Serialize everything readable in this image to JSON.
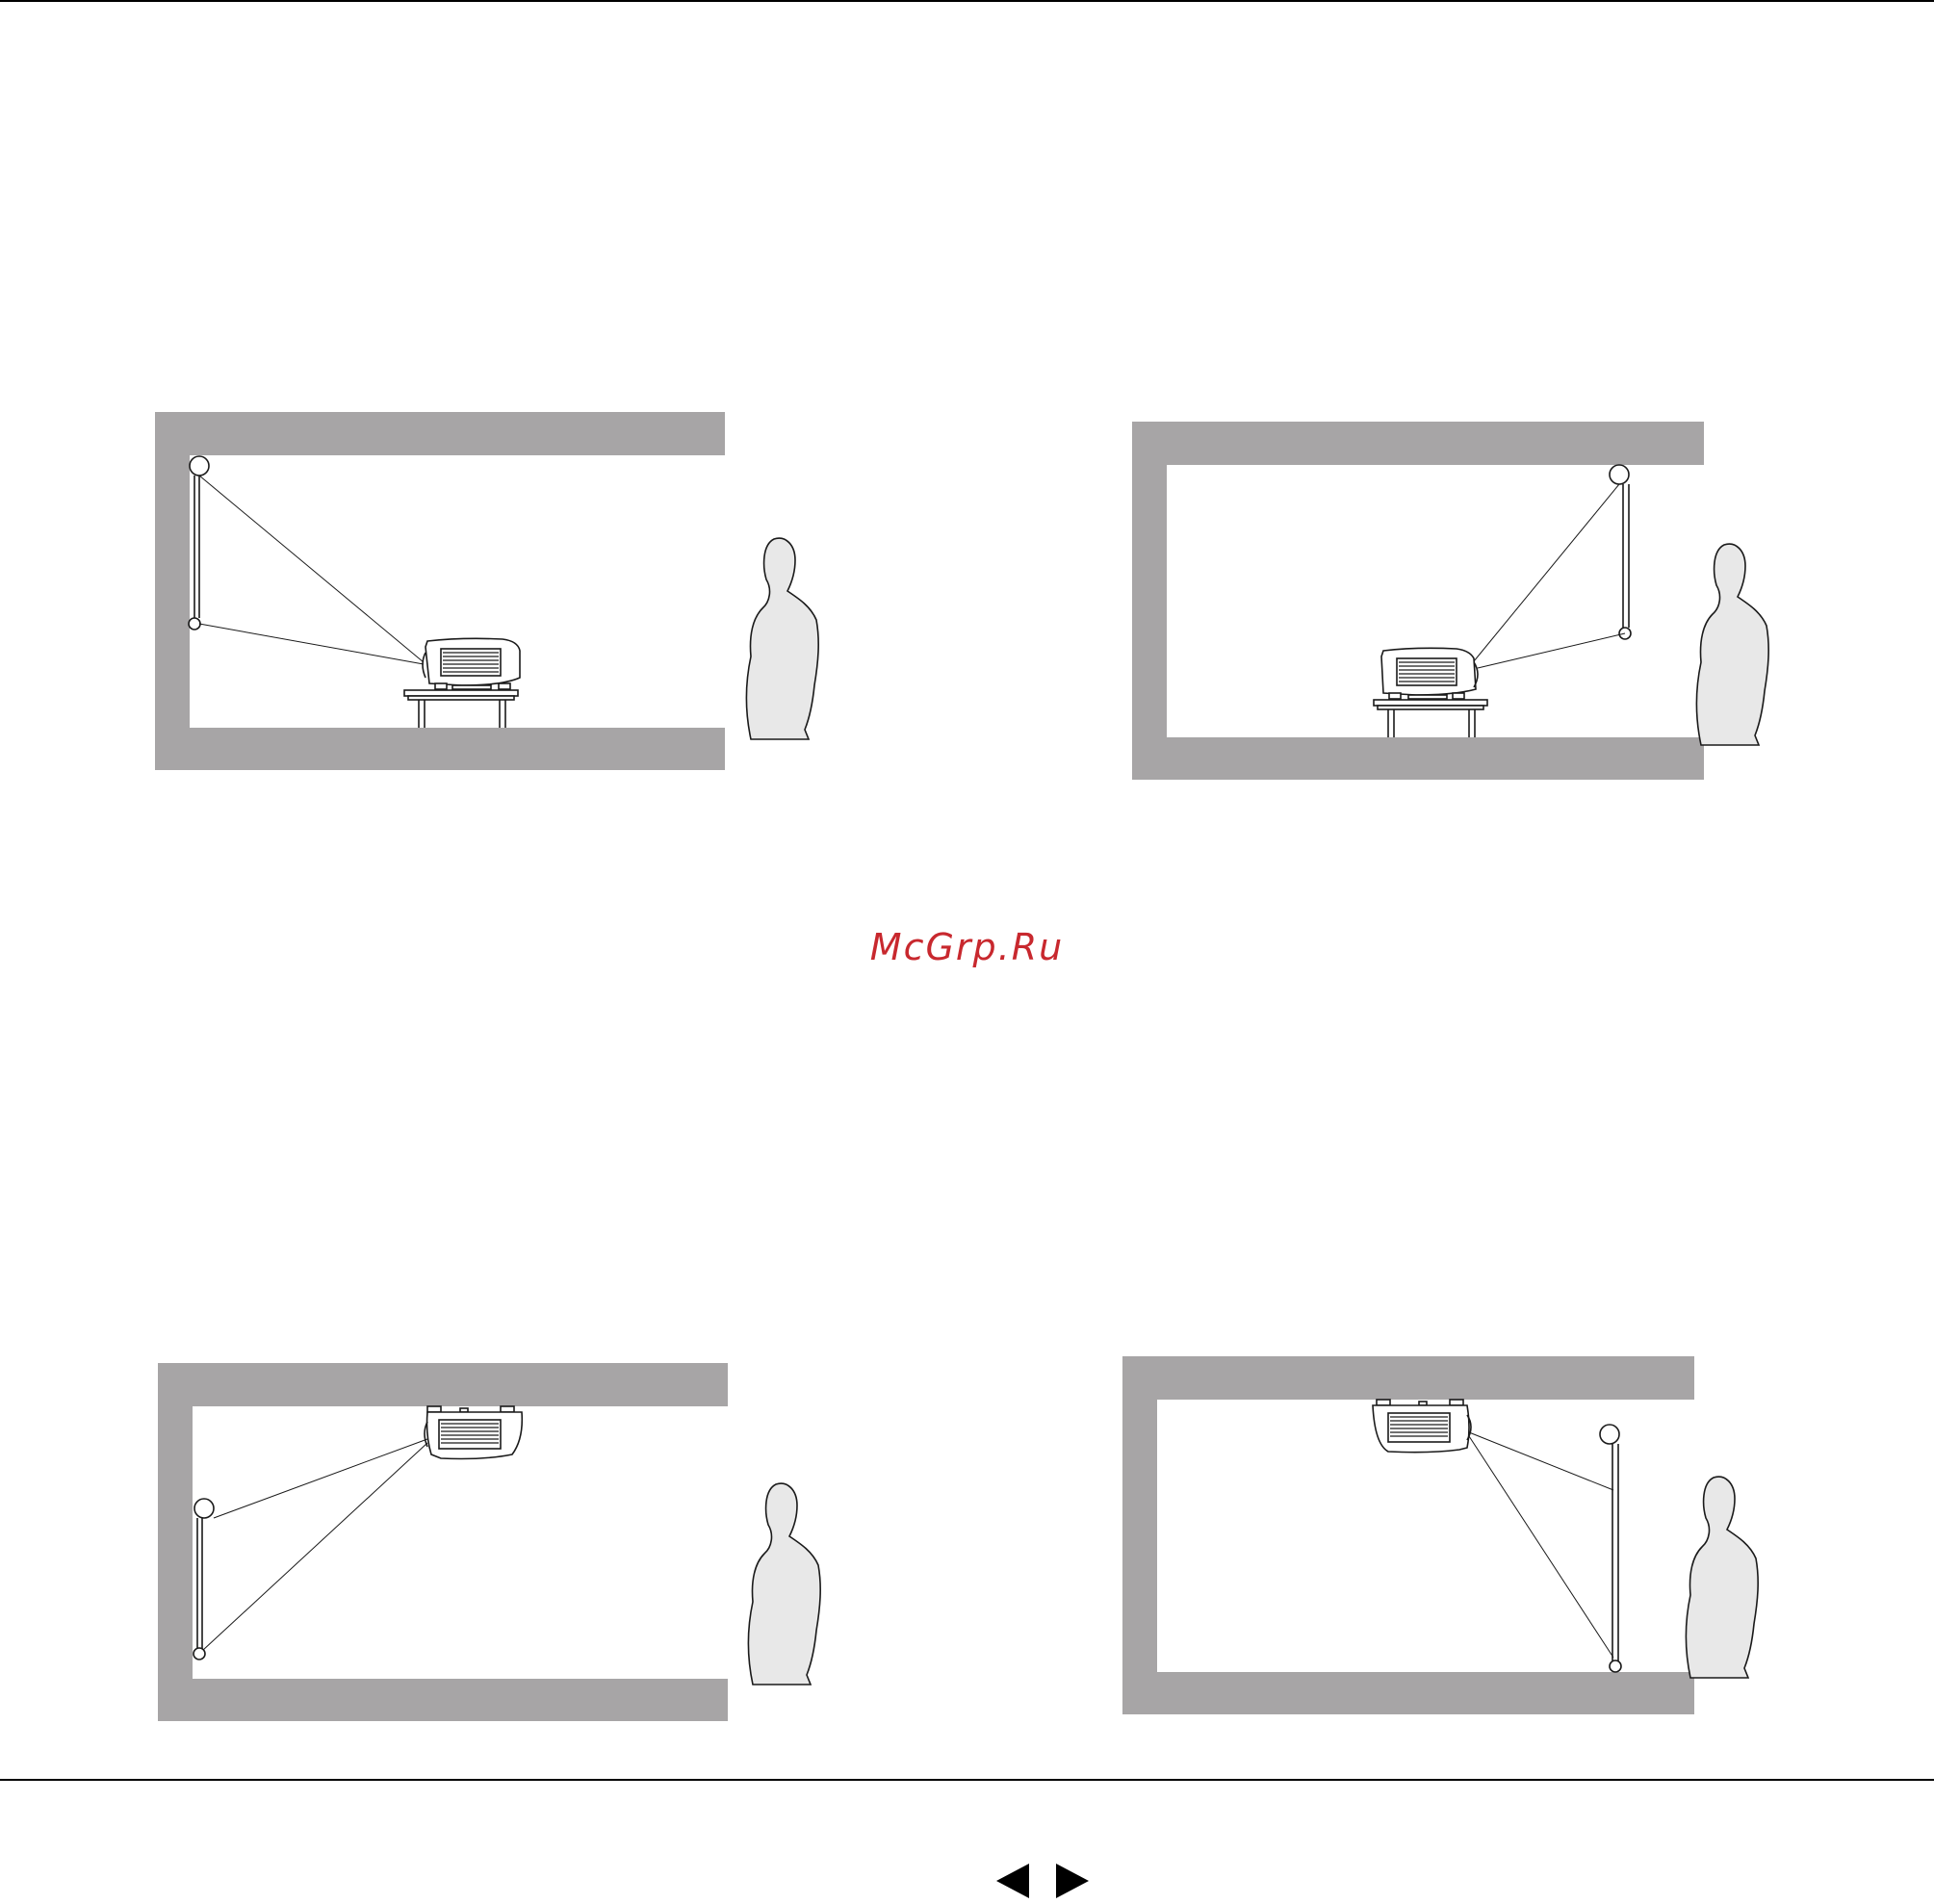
{
  "watermark": {
    "text": "McGrp.Ru",
    "color": "#c8282e"
  },
  "colors": {
    "wall": "#a7a5a6",
    "line": "#1a1a1a",
    "person_fill": "#e8e8e8"
  },
  "diagrams": [
    {
      "id": "front-table",
      "mount": "table",
      "screen_side": "left"
    },
    {
      "id": "rear-table",
      "mount": "table",
      "screen_side": "right"
    },
    {
      "id": "front-ceiling",
      "mount": "ceiling",
      "screen_side": "left"
    },
    {
      "id": "rear-ceiling",
      "mount": "ceiling",
      "screen_side": "right"
    }
  ],
  "navigation": {
    "prev": {
      "icon": "triangle-left-icon"
    },
    "next": {
      "icon": "triangle-right-icon"
    }
  }
}
